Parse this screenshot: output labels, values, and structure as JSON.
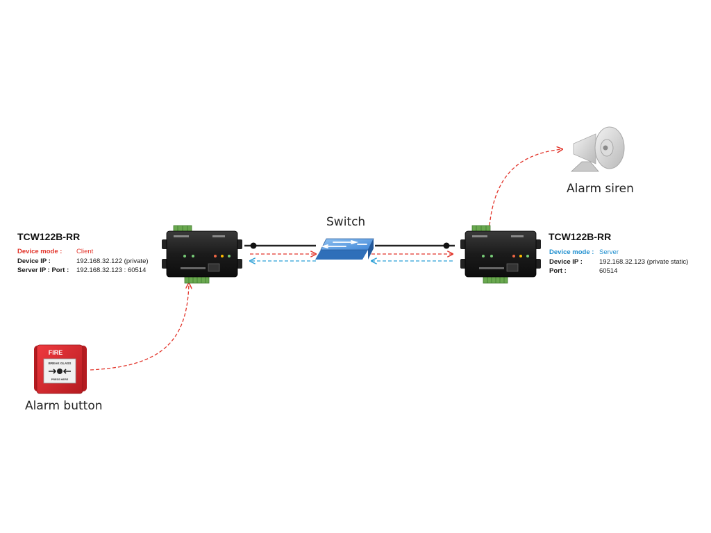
{
  "colors": {
    "alarm_line": "#e2342a",
    "return_line": "#2a9fd6",
    "cable": "#222222",
    "client_mode": "#e2342a",
    "server_mode": "#1f8fcf",
    "device_body": "#1b1b1b",
    "terminal_green": "#6aa84f",
    "switch_blue": "#3f86d8",
    "fire_red": "#d9262b"
  },
  "icons": {
    "alarm_button": "fire-alarm-call-point-icon",
    "siren": "horn-siren-icon",
    "switch": "network-switch-icon",
    "device": "tcw122b-controller-icon"
  },
  "labels": {
    "switch": "Switch",
    "alarm_siren": "Alarm siren",
    "alarm_button": "Alarm button"
  },
  "fire_button": {
    "header": "FIRE",
    "glass": "BREAK GLASS",
    "press": "PRESS HERE"
  },
  "client_device": {
    "title": "TCW122B-RR",
    "mode_label": "Device mode :",
    "mode_value": "Client",
    "ip_label": "Device IP :",
    "ip_value": "192.168.32.122 (private)",
    "server_label": "Server IP : Port :",
    "server_value": "192.168.32.123 : 60514"
  },
  "server_device": {
    "title": "TCW122B-RR",
    "mode_label": "Device mode :",
    "mode_value": "Server",
    "ip_label": "Device IP :",
    "ip_value": "192.168.32.123 (private static)",
    "port_label": "Port :",
    "port_value": "60514"
  }
}
